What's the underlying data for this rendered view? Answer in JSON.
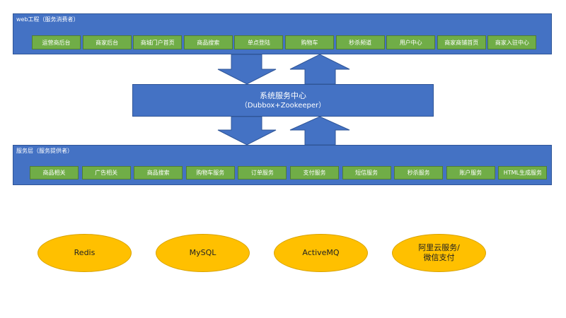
{
  "web_layer": {
    "title": "web工程（服务消费者）",
    "buttons": [
      "运营商后台",
      "商家后台",
      "商城门户首页",
      "商品搜索",
      "单点登陆",
      "购物车",
      "秒杀频道",
      "用户中心",
      "商家商铺首页",
      "商家入驻中心"
    ]
  },
  "system_center": {
    "title": "系统服务中心",
    "subtitle": "（Dubbox+Zookeeper）"
  },
  "service_layer": {
    "title": "服务层（服务提供者）",
    "buttons": [
      "商品相关",
      "广告相关",
      "商品搜索",
      "购物车服务",
      "订单服务",
      "支付服务",
      "短信服务",
      "秒杀服务",
      "账户服务",
      "HTML生成服务"
    ]
  },
  "stores": [
    {
      "lines": [
        "Redis"
      ]
    },
    {
      "lines": [
        "MySQL"
      ]
    },
    {
      "lines": [
        "ActiveMQ"
      ]
    },
    {
      "lines": [
        "阿里云服务/",
        "微信支付"
      ]
    }
  ],
  "colors": {
    "layer_fill": "#4472c4",
    "button_fill": "#70ad47",
    "store_fill": "#ffc000"
  }
}
